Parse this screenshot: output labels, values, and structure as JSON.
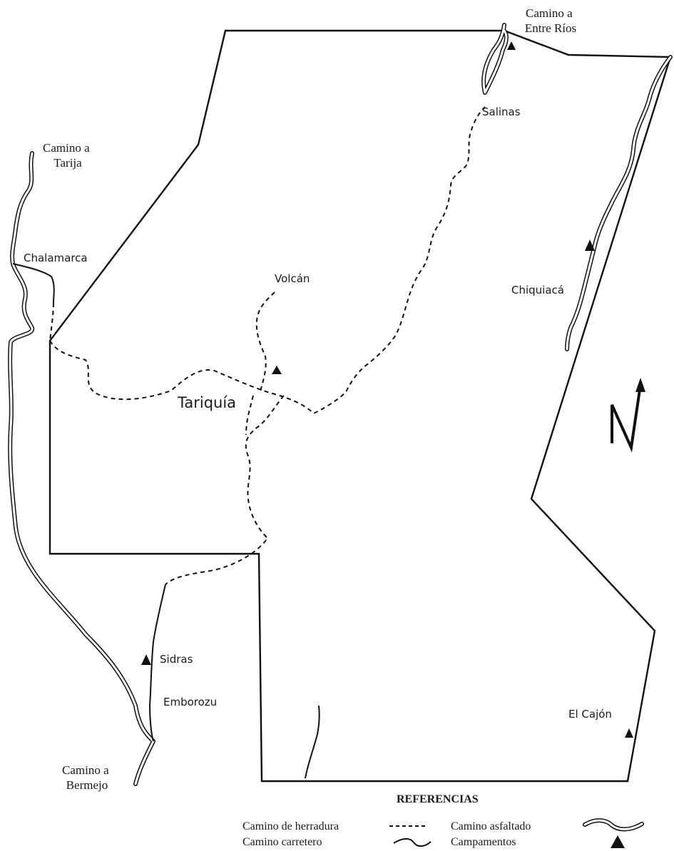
{
  "map": {
    "places": {
      "entre_rios": [
        "Camino a",
        "Entre Ríos"
      ],
      "tarija": [
        "Camino a",
        "Tarija"
      ],
      "bermejo": [
        "Camino a",
        "Bermejo"
      ],
      "salinas": "Salinas",
      "chalamarca": "Chalamarca",
      "volcan": "Volcán",
      "chiquiaca": "Chiquiacá",
      "tariquia": "Tariquía",
      "sidras": "Sidras",
      "emborozu": "Emborozu",
      "el_cajon": "El Cajón"
    },
    "north_arrow": "N"
  },
  "legend": {
    "title": "REFERENCIAS",
    "items": {
      "trail": "Camino de herradura",
      "dirt_road": "Camino carretero",
      "paved_road": "Camino asfaltado",
      "camps": "Campamentos"
    }
  }
}
